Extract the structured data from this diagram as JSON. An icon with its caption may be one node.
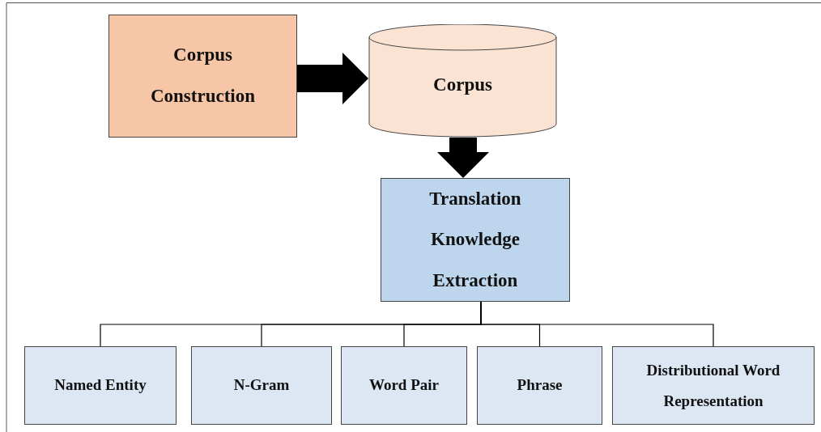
{
  "diagram": {
    "nodes": [
      {
        "text": [
          "Corpus Construction"
        ]
      },
      {
        "text": [
          "Corpus"
        ]
      },
      {
        "text": [
          "Translation Knowledge Extraction"
        ]
      },
      {
        "text": [
          "Named Entity"
        ]
      },
      {
        "text": [
          "N-Gram"
        ]
      },
      {
        "text": [
          "Word Pair"
        ]
      },
      {
        "text": [
          "Phrase"
        ]
      },
      {
        "text": [
          "Distributional Word Representation"
        ]
      }
    ],
    "edges": [
      {
        "from": 0,
        "to": 1,
        "arrow": "to",
        "style": "thick"
      },
      {
        "from": 1,
        "to": 2,
        "arrow": "to",
        "style": "thick"
      },
      {
        "from": 2,
        "to": 3,
        "arrow": "none"
      },
      {
        "from": 2,
        "to": 4,
        "arrow": "none"
      },
      {
        "from": 2,
        "to": 5,
        "arrow": "none"
      },
      {
        "from": 2,
        "to": 6,
        "arrow": "none"
      },
      {
        "from": 2,
        "to": 7,
        "arrow": "none"
      }
    ]
  }
}
